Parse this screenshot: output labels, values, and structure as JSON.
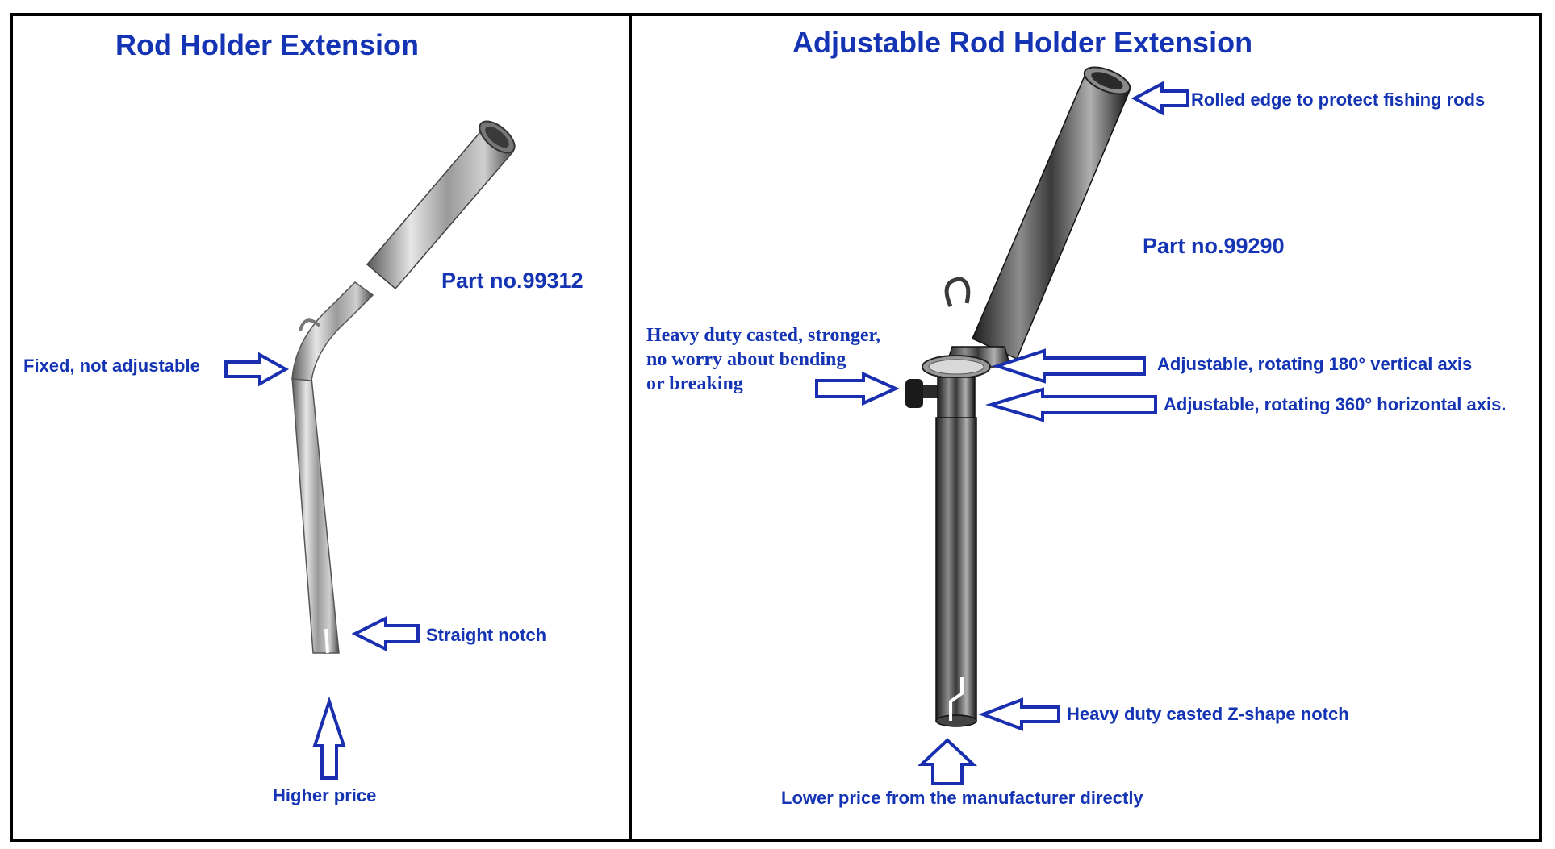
{
  "left_panel": {
    "title": "Rod Holder Extension",
    "part_no": "Part no.99312",
    "labels": {
      "fixed": "Fixed, not adjustable",
      "notch": "Straight notch",
      "price": "Higher price"
    }
  },
  "right_panel": {
    "title": "Adjustable Rod Holder Extension",
    "part_no": "Part no.99290",
    "labels": {
      "rolled_edge": "Rolled edge to protect fishing rods",
      "heavy_duty_casted_line1": "Heavy duty casted, stronger,",
      "heavy_duty_casted_line2": "no worry about bending",
      "heavy_duty_casted_line3": "or breaking",
      "vertical_axis": "Adjustable, rotating 180° vertical axis",
      "horizontal_axis": "Adjustable, rotating 360° horizontal axis.",
      "z_notch": "Heavy duty casted Z-shape notch",
      "price": "Lower price from the manufacturer directly"
    }
  },
  "colors": {
    "label_blue": "#1434b4",
    "border": "#000000",
    "arrow": "#1a2fb0"
  }
}
